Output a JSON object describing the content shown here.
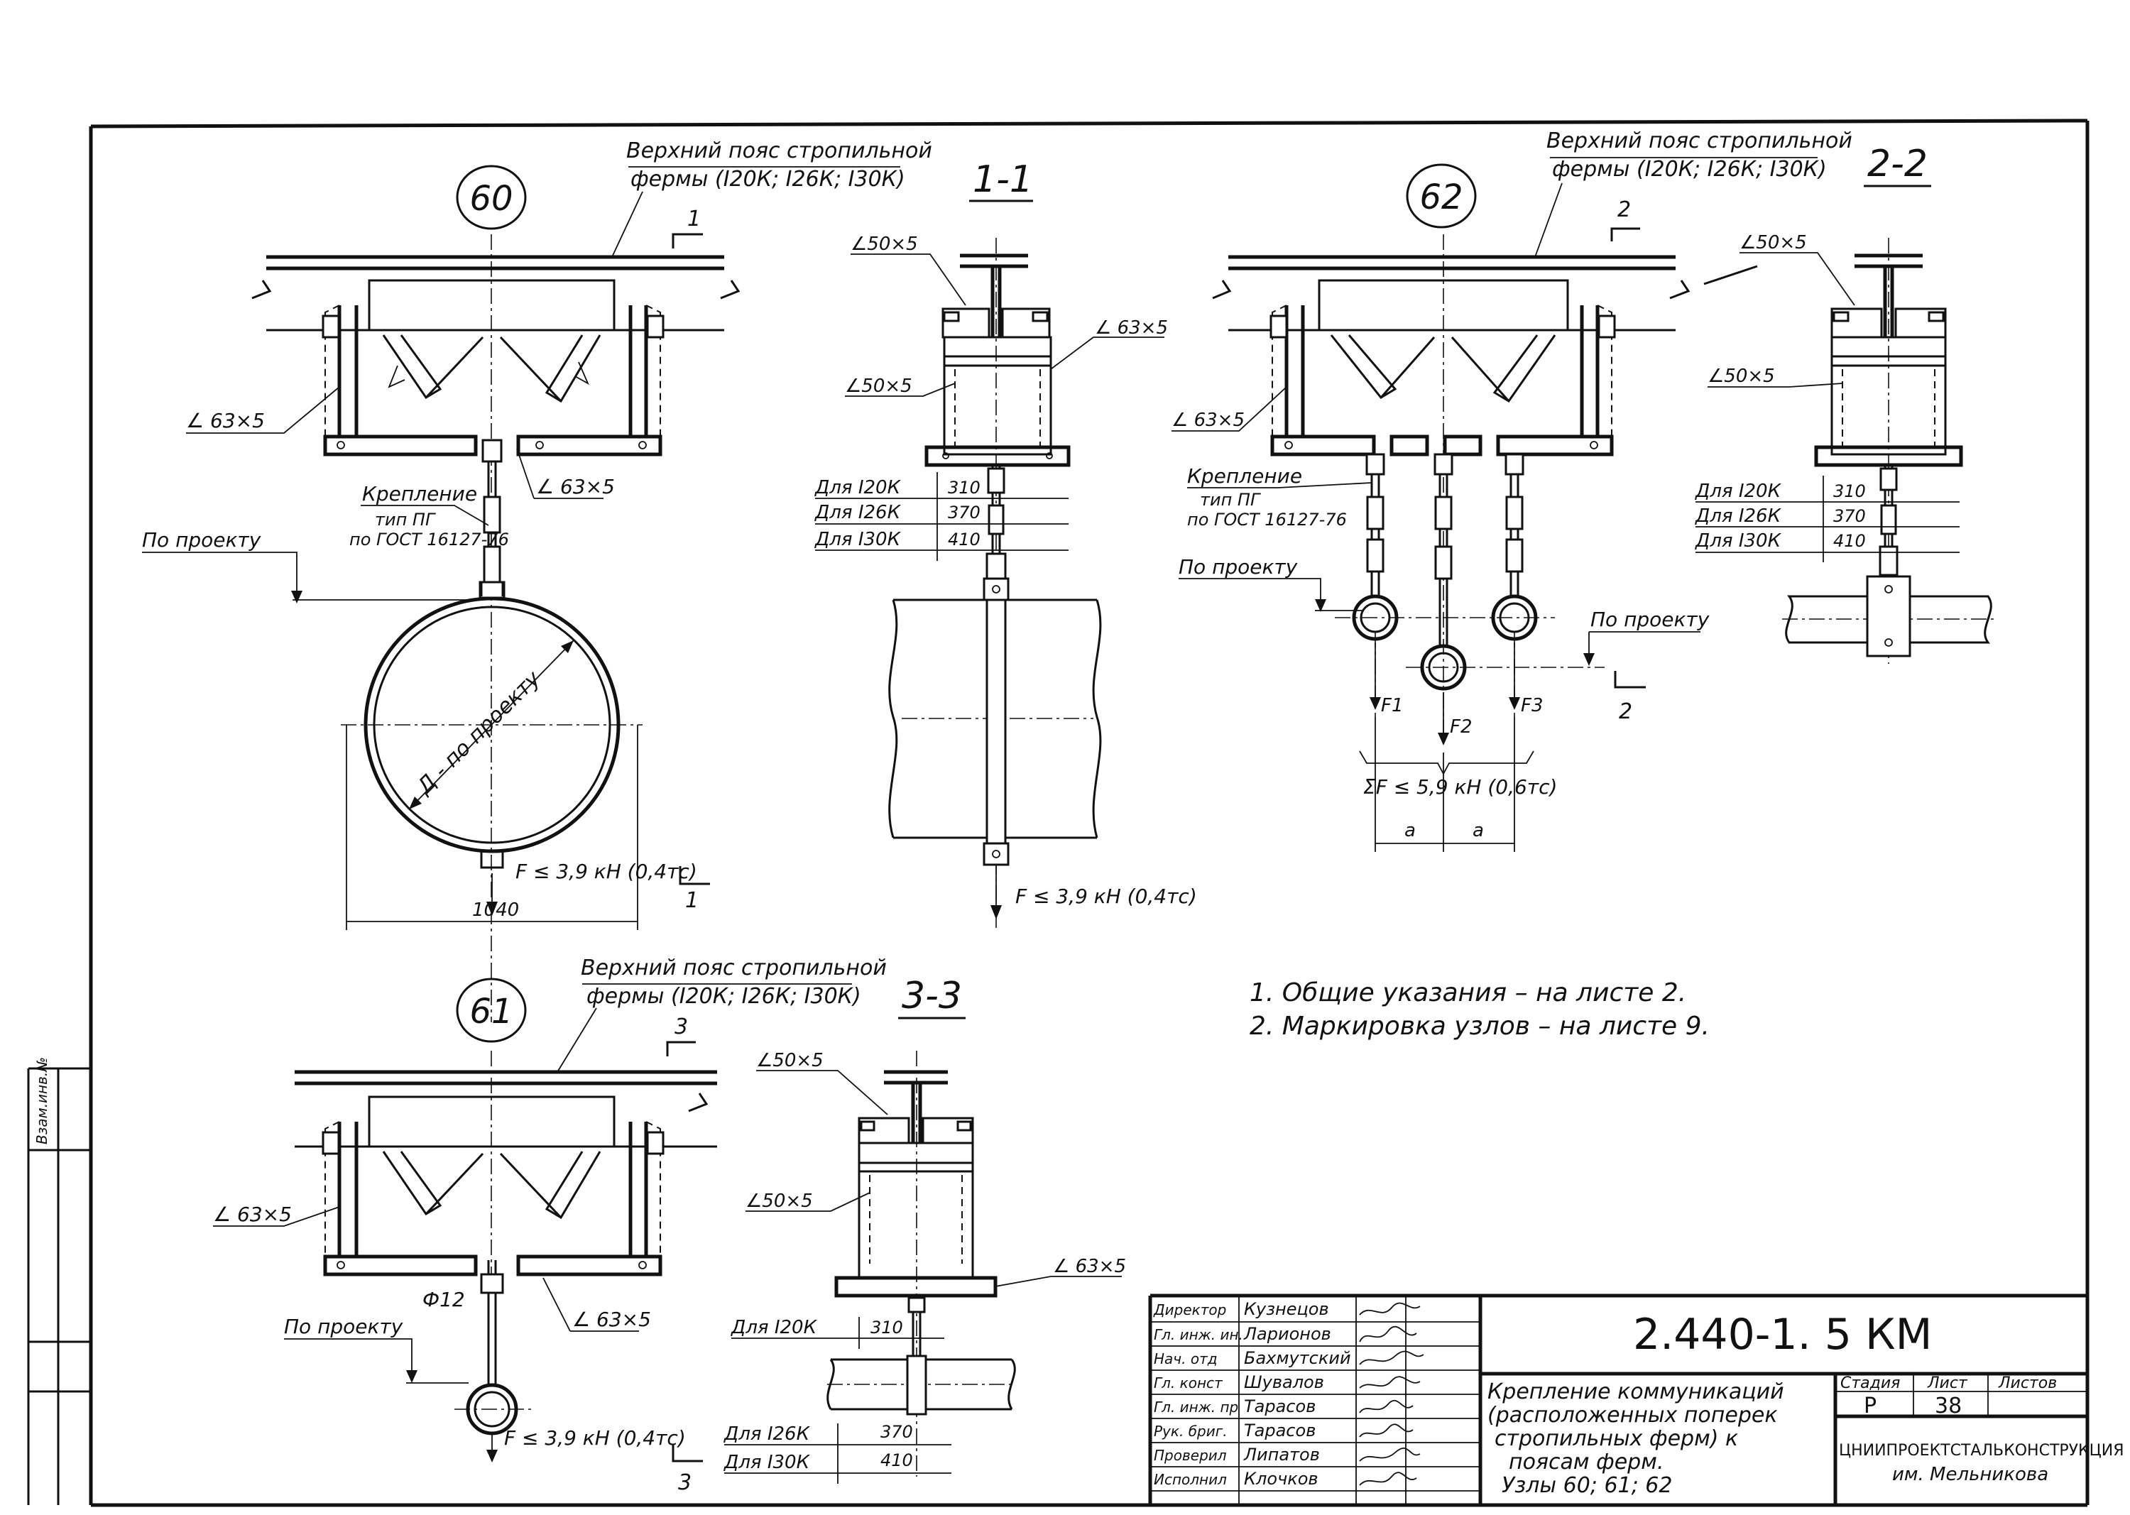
{
  "nodes": {
    "n60": "60",
    "n61": "61",
    "n62": "62"
  },
  "sections": {
    "s11": "1-1",
    "s22": "2-2",
    "s33": "3-3",
    "m1": "1",
    "m2": "2",
    "m3": "3"
  },
  "labels": {
    "chord_line1": "Верхний пояс стропильной",
    "chord_line2": "фермы (I20К; I26К; I30К)",
    "angle_63": "∠ 63×5",
    "angle_50": "∠50×5",
    "fastening_1": "Крепление",
    "fastening_2": "тип ПГ",
    "fastening_3": "по ГОСТ 16127-76",
    "by_project": "По проекту",
    "diameter": "Д - по проекту",
    "force_39": "F ≤ 3,9 кН (0,4тс)",
    "dim_1040": "1040",
    "for_i20": "Для I20К",
    "for_i26": "Для I26К",
    "for_i30": "Для I30К",
    "dim_310": "310",
    "dim_370": "370",
    "dim_410": "410",
    "f1": "F1",
    "f2": "F2",
    "f3": "F3",
    "sum_force": "ΣF ≤ 5,9 кН (0,6тс)",
    "dim_a": "a",
    "rod_d12": "Ф12"
  },
  "notes": [
    "1. Общие указания – на листе 2.",
    "2. Маркировка  узлов – на листе 9."
  ],
  "margin_stamp": "Взам.инв.№",
  "title_block": {
    "designation": "2.440-1. 5 КМ",
    "title_lines": [
      "Крепление коммуникаций",
      "(расположенных поперек",
      "стропильных ферм) к",
      "поясам ферм.",
      "Узлы 60; 61; 62"
    ],
    "stage_header": "Стадия",
    "sheet_header": "Лист",
    "sheets_header": "Листов",
    "stage": "Р",
    "sheet": "38",
    "org_line1": "ЦНИИПРОЕКТСТАЛЬКОНСТРУКЦИЯ",
    "org_line2": "им. Мельникова",
    "staff": [
      {
        "role": "Директор",
        "name": "Кузнецов"
      },
      {
        "role": "Гл. инж. ин.",
        "name": "Ларионов"
      },
      {
        "role": "Нач. отд",
        "name": "Бахмутский"
      },
      {
        "role": "Гл. конст",
        "name": "Шувалов"
      },
      {
        "role": "Гл. инж. пр",
        "name": "Тарасов"
      },
      {
        "role": "Рук. бриг.",
        "name": "Тарасов"
      },
      {
        "role": "Проверил",
        "name": "Липатов"
      },
      {
        "role": "Исполнил",
        "name": "Клочков"
      }
    ]
  }
}
